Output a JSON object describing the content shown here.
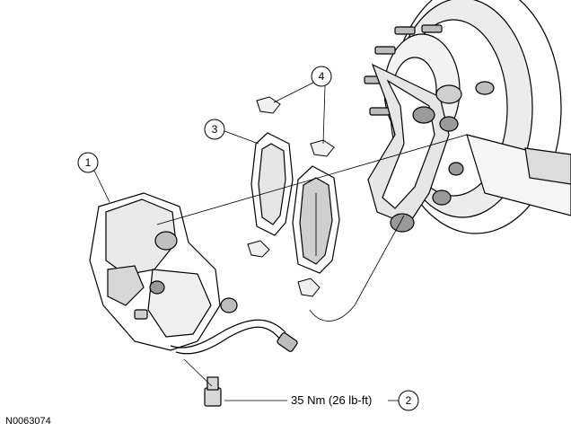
{
  "callouts": {
    "c1": "1",
    "c2": "2",
    "c3": "3",
    "c4": "4"
  },
  "torque_label": "35 Nm (26 lb-ft)",
  "figure_id": "N0063074",
  "colors": {
    "line": "#000000",
    "fill": "#ffffff",
    "shade": "#d9d9d9",
    "dark": "#6e6e6e"
  }
}
